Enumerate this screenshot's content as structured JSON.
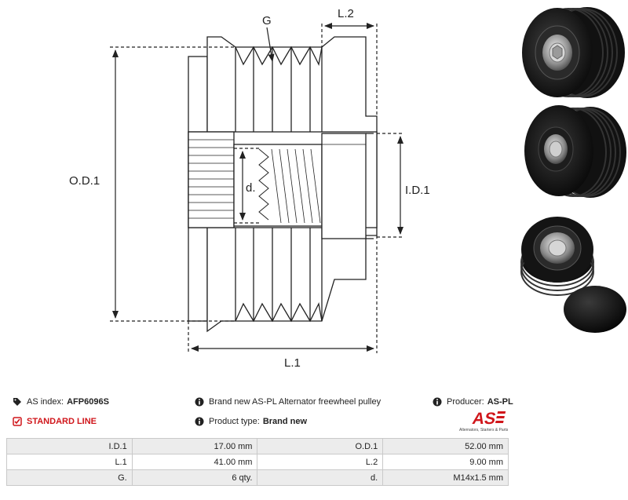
{
  "diagram": {
    "labels": {
      "od1": "O.D.1",
      "id1": "I.D.1",
      "l1": "L.1",
      "l2": "L.2",
      "g": "G",
      "d": "d."
    }
  },
  "photos": [
    {
      "name": "pulley-photo-front"
    },
    {
      "name": "pulley-photo-angle"
    },
    {
      "name": "pulley-photo-with-cap"
    }
  ],
  "info": {
    "as_index_label": "AS index:",
    "as_index_value": "AFP6096S",
    "line_label": "STANDARD LINE",
    "description": "Brand new AS-PL Alternator freewheel pulley",
    "product_type_label": "Product type:",
    "product_type_value": "Brand new",
    "producer_label": "Producer:",
    "producer_value": "AS-PL",
    "logo_text": "AS",
    "logo_tagline": "Alternators, Starters & Parts"
  },
  "colors": {
    "accent_red": "#d0161b",
    "row_gray": "#ececec",
    "line": "#222222"
  },
  "specs": [
    [
      {
        "k": "I.D.1",
        "v": "17.00 mm"
      },
      {
        "k": "O.D.1",
        "v": "52.00 mm"
      }
    ],
    [
      {
        "k": "L.1",
        "v": "41.00 mm"
      },
      {
        "k": "L.2",
        "v": "9.00 mm"
      }
    ],
    [
      {
        "k": "G.",
        "v": "6 qty."
      },
      {
        "k": "d.",
        "v": "M14x1.5 mm"
      }
    ]
  ]
}
